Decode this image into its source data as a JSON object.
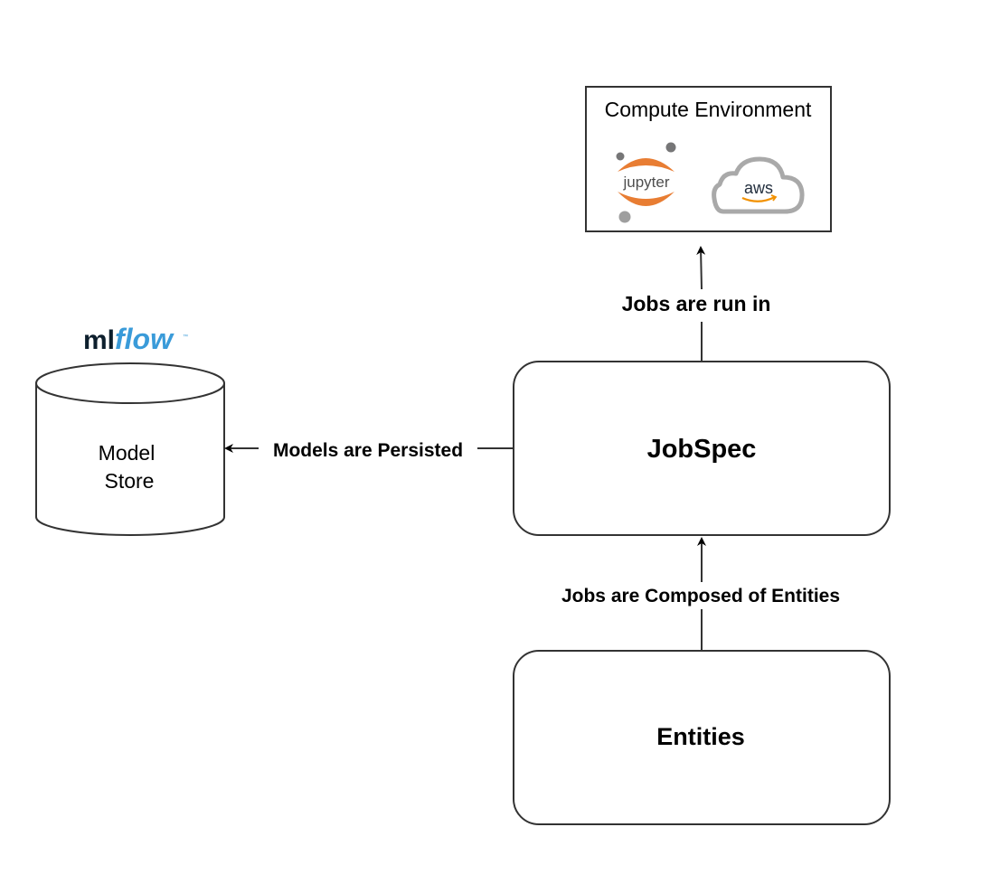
{
  "diagram": {
    "nodes": {
      "compute_environment": {
        "title": "Compute Environment",
        "logos": {
          "jupyter": {
            "label": "jupyter",
            "icon": "jupyter-logo-icon",
            "color_orange": "#E87D33",
            "color_gray": "#767677"
          },
          "aws": {
            "label": "aws",
            "icon": "aws-cloud-icon",
            "cloud_color": "#A9A9A9",
            "text_color": "#232F3E",
            "smile_color": "#F29100"
          }
        }
      },
      "model_store": {
        "line1": "Model",
        "line2": "Store",
        "shape": "cylinder"
      },
      "mlflow_logo": {
        "ml": "ml",
        "flow": "flow",
        "tm": "™",
        "ml_color": "#0D1F2D",
        "flow_color": "#3A9BD9"
      },
      "jobspec": {
        "label": "JobSpec"
      },
      "entities": {
        "label": "Entities"
      }
    },
    "edges": {
      "jobs_run_in": {
        "label": "Jobs are run in",
        "from": "JobSpec",
        "to": "Compute Environment"
      },
      "models_persisted": {
        "label": "Models are Persisted",
        "from": "JobSpec",
        "to": "Model Store"
      },
      "jobs_composed": {
        "label": "Jobs are Composed of Entities",
        "from": "Entities",
        "to": "JobSpec"
      }
    },
    "stroke_color": "#333333"
  }
}
